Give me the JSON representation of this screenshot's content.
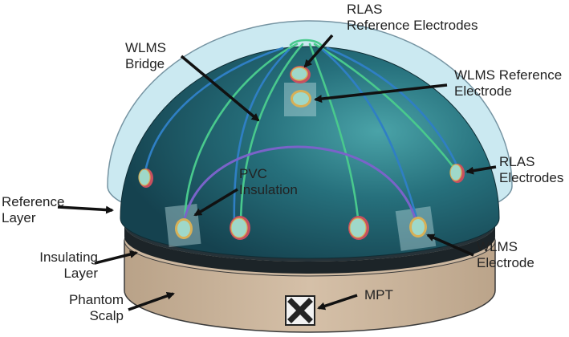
{
  "labels": {
    "rlas_reference": "RLAS\nReference Electrodes",
    "wlms_bridge": "WLMS\nBridge",
    "wlms_reference": "WLMS Reference\nElectrode",
    "pvc_insulation": "PVC\nInsulation",
    "rlas_electrodes": "RLAS\nElectrodes",
    "reference_layer": "Reference\nLayer",
    "insulating_layer": "Insulating\nLayer",
    "phantom_scalp": "Phantom\nScalp",
    "wlms_electrode": "WLMS\nElectrode",
    "mpt": "MPT"
  },
  "colors": {
    "outer_dome": "#c9e8f1",
    "outer_dome_stroke": "#6f8f9e",
    "inner_dome": "#1f5e6c",
    "inner_dome_highlight": "#4aa3a8",
    "insulating_band": "#1c2428",
    "phantom_scalp": "#cdb8a0",
    "phantom_scalp_stroke": "#3a3a3a",
    "wire_blue": "#2f7fc4",
    "wire_green": "#49c98d",
    "wire_purple": "#7a63c9",
    "electrode_face": "#9fd8c9",
    "electrode_ring_red": "#c7505f",
    "electrode_ring_gold": "#d7b057",
    "arrow": "#111111",
    "text": "#222222"
  }
}
